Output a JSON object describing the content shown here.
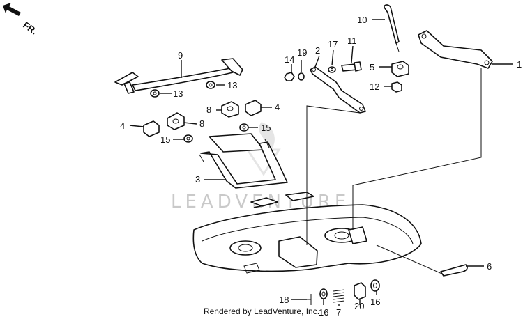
{
  "direction_label": "FR.",
  "watermark": "LEADVENTURE",
  "credit": "Rendered by LeadVenture, Inc.",
  "callouts": {
    "c1": "1",
    "c2": "2",
    "c3": "3",
    "c4a": "4",
    "c4b": "4",
    "c5": "5",
    "c6": "6",
    "c7": "7",
    "c8a": "8",
    "c8b": "8",
    "c9": "9",
    "c10": "10",
    "c11": "11",
    "c12": "12",
    "c13a": "13",
    "c13b": "13",
    "c14": "14",
    "c15a": "15",
    "c15b": "15",
    "c16a": "16",
    "c16b": "16",
    "c17": "17",
    "c18": "18",
    "c19": "19",
    "c20": "20"
  }
}
